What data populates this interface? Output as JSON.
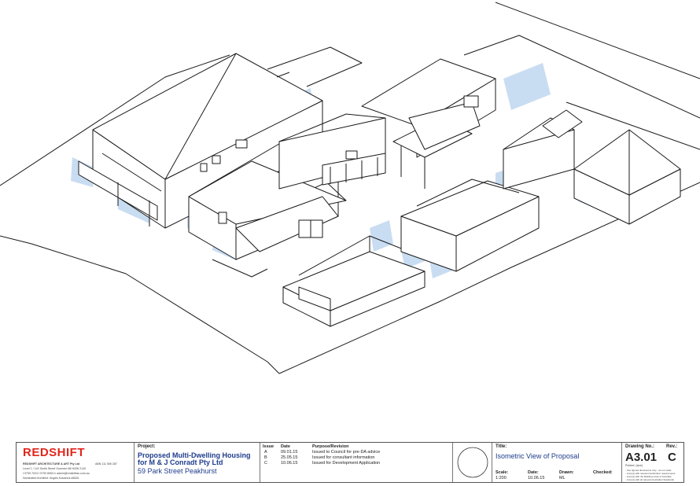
{
  "colors": {
    "line": "#1a1a1a",
    "shadow": "#c9ddf2",
    "brand_red": "#e0261b",
    "project_blue": "#1e3c8c"
  },
  "company": {
    "logo_text": "REDSHIFT",
    "name_line": "REDSHIFT ARCHITECTURE & ART Pty Ltd",
    "abn": "ABN 111 506 287",
    "address": "Level 1 / 142 Smith Street Summer Hill NSW 2130",
    "contact": "t 9799 7024  f 9799 8063  e admin@redshiftas.com.au",
    "nominated": "Nominated Architect: Angelo Kavanna  #6626"
  },
  "project": {
    "label": "Project:",
    "line1": "Proposed Multi-Dwelling Housing",
    "line2": "for M & J Conradt Pty Ltd",
    "address": "59 Park Street Peakhurst"
  },
  "revisions": {
    "headers": {
      "issue": "Issue",
      "date": "Date",
      "purpose": "Purpose/Revision"
    },
    "rows": [
      {
        "issue": "A",
        "date": "09.01.15",
        "purpose": "Issued to Council for pre-DA advice"
      },
      {
        "issue": "B",
        "date": "25.05.15",
        "purpose": "Issued for consultant information"
      },
      {
        "issue": "C",
        "date": "10.06.15",
        "purpose": "Issued for Development Application"
      }
    ]
  },
  "title": {
    "label": "Title:",
    "value": "Isometric View of Proposal"
  },
  "meta": {
    "scale_label": "Scale:",
    "scale": "1:200",
    "date_label": "Date:",
    "date": "10.06.15",
    "drawn_label": "Drawn:",
    "drawn": "ML",
    "checked_label": "Checked:",
    "checked": ""
  },
  "drawing": {
    "no_label": "Drawing No.:",
    "no": "A3.01",
    "rev_label": "Rev.:",
    "rev": "C",
    "sheet_note": "Printed: (size)",
    "notes": [
      "- Use figured dimensions only - do not scale",
      "- Comply with relevant Authorities' requirements",
      "- Comply with the Building Code of Australia",
      "- Comply with all relevant Australian Standards"
    ]
  }
}
